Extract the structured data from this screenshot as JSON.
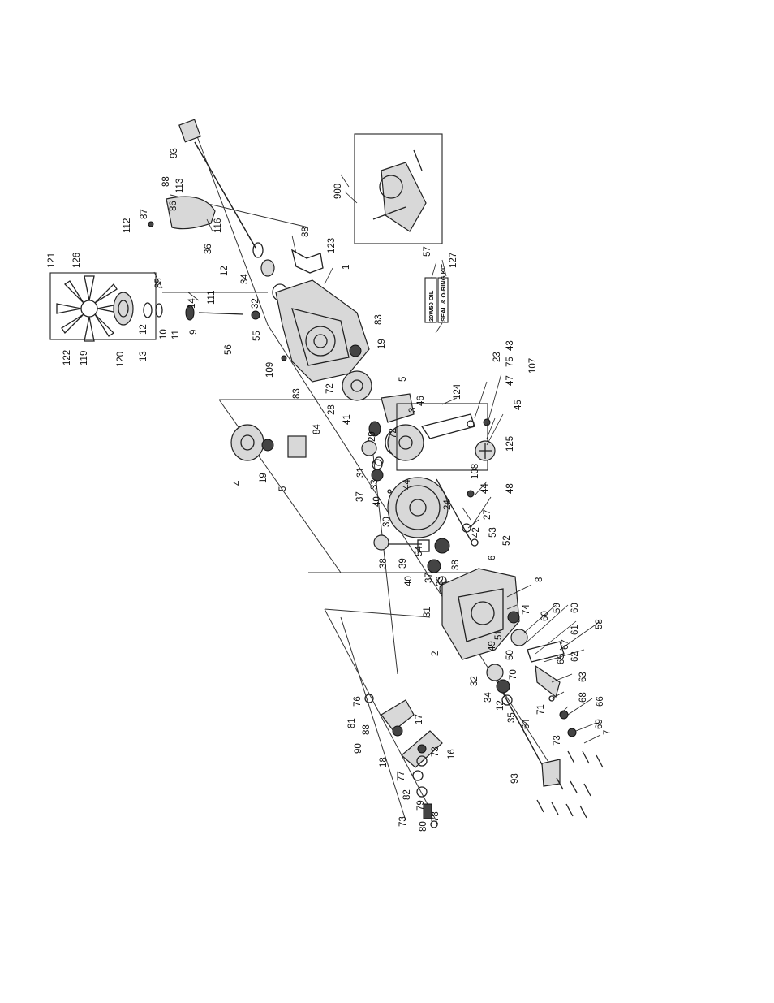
{
  "diagram": {
    "labels": [
      "1",
      "2",
      "3",
      "4",
      "5",
      "5",
      "6",
      "7",
      "8",
      "9",
      "10",
      "11",
      "12",
      "12",
      "12",
      "13",
      "14",
      "16",
      "17",
      "18",
      "19",
      "19",
      "23",
      "24",
      "27",
      "28",
      "29",
      "30",
      "31",
      "31",
      "32",
      "32",
      "33",
      "33",
      "34",
      "34",
      "35",
      "36",
      "37",
      "37",
      "38",
      "38",
      "39",
      "40",
      "40",
      "41",
      "42",
      "43",
      "44",
      "44",
      "45",
      "46",
      "47",
      "48",
      "49",
      "50",
      "51",
      "52",
      "53",
      "54",
      "55",
      "56",
      "57",
      "58",
      "59",
      "60",
      "60",
      "61",
      "62",
      "63",
      "64",
      "65",
      "66",
      "67",
      "68",
      "69",
      "70",
      "71",
      "72",
      "72",
      "73",
      "73",
      "73",
      "74",
      "75",
      "76",
      "77",
      "78",
      "79",
      "80",
      "81",
      "82",
      "83",
      "83",
      "84",
      "85",
      "86",
      "87",
      "88",
      "88",
      "88",
      "90",
      "93",
      "93",
      "107",
      "108",
      "109",
      "111",
      "112",
      "113",
      "116",
      "119",
      "120",
      "121",
      "122",
      "123",
      "124",
      "125",
      "126",
      "127",
      "900"
    ],
    "box_labels": {
      "oil": "20W50 OIL",
      "kit": "SEAL & O-RING KIT"
    }
  }
}
